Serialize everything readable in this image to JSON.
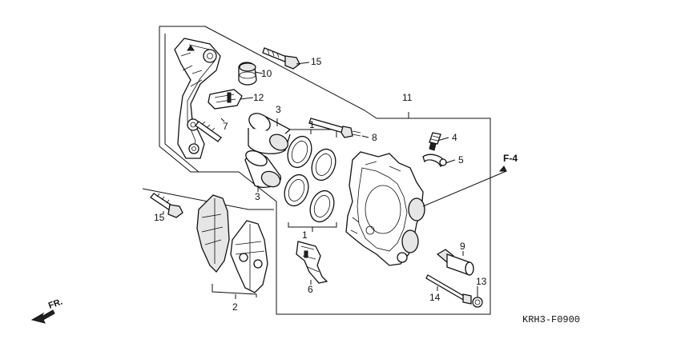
{
  "diagram": {
    "code": "KRH3-F0900",
    "reference": "F-4",
    "direction": "FR.",
    "callouts": {
      "c1a": "1",
      "c1b": "1",
      "c2": "2",
      "c3a": "3",
      "c3b": "3",
      "c4": "4",
      "c5": "5",
      "c6": "6",
      "c7": "7",
      "c8": "8",
      "c9": "9",
      "c10": "10",
      "c11": "11",
      "c12": "12",
      "c13": "13",
      "c14": "14",
      "c15a": "15",
      "c15b": "15"
    }
  }
}
